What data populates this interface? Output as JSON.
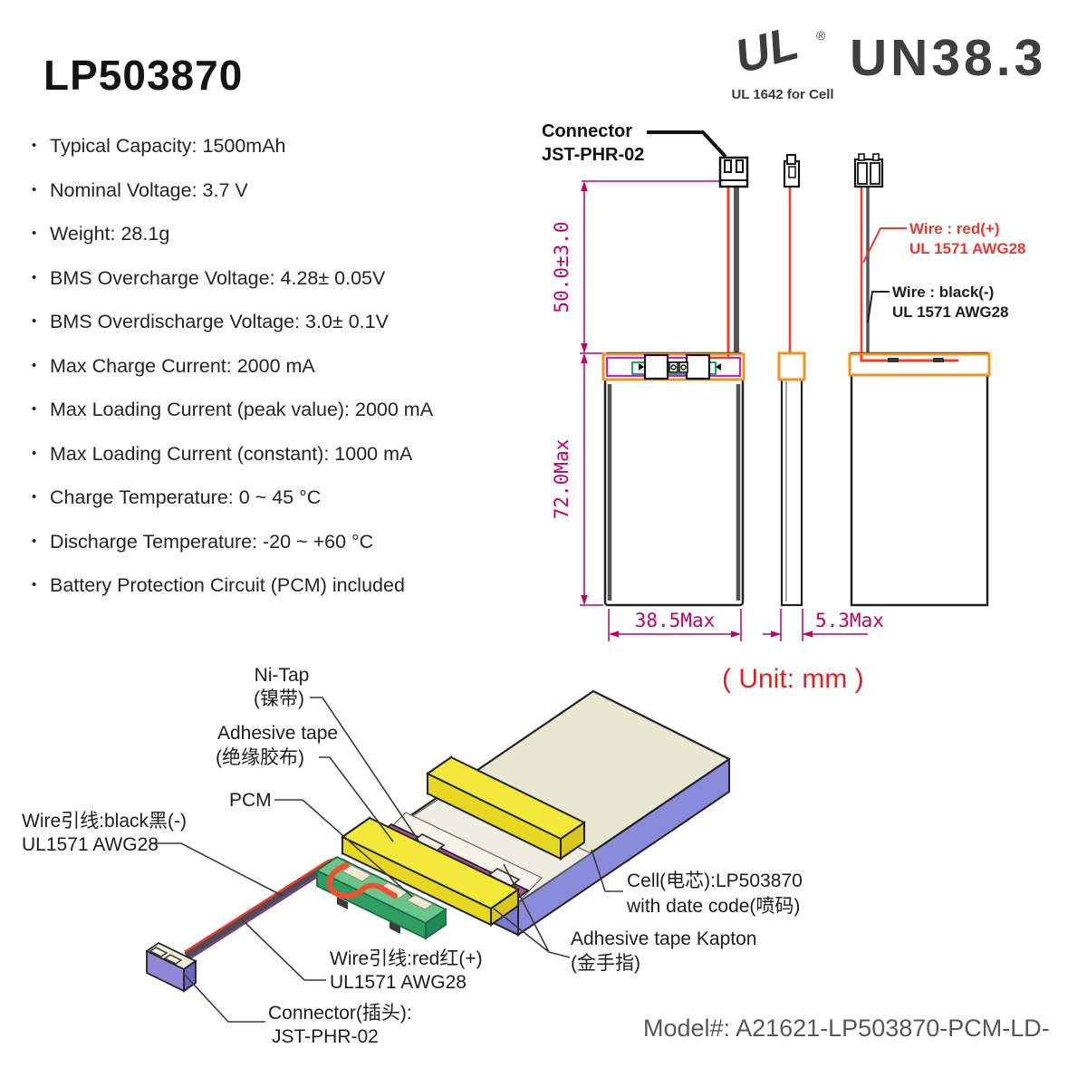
{
  "header": {
    "title": "LP503870",
    "ul_mark": {
      "letters": "UL",
      "registered": "®",
      "caption": "UL 1642 for Cell"
    },
    "certification": "UN38.3"
  },
  "specs": {
    "items": [
      "Typical Capacity: 1500mAh",
      "Nominal Voltage: 3.7 V",
      "Weight: 28.1g",
      "BMS Overcharge Voltage: 4.28± 0.05V",
      "BMS Overdischarge Voltage: 3.0± 0.1V",
      "Max Charge Current: 2000 mA",
      "Max Loading Current (peak value): 2000 mA",
      "Max Loading Current (constant): 1000 mA",
      "Charge Temperature: 0 ~ 45 °C",
      "Discharge Temperature: -20 ~ +60 °C",
      "Battery Protection Circuit (PCM) included"
    ]
  },
  "drawing": {
    "connector_label": {
      "line1": "Connector",
      "line2": "JST-PHR-02"
    },
    "dimensions": {
      "wire_length": "50.0±3.0",
      "cell_height": "72.0Max",
      "cell_width": "38.5Max",
      "cell_thickness": "5.3Max"
    },
    "wire_red": {
      "line1": "Wire : red(+)",
      "line2": "UL 1571 AWG28"
    },
    "wire_black": {
      "line1": "Wire : black(-)",
      "line2": "UL 1571 AWG28"
    },
    "unit_note": "( Unit: mm )"
  },
  "exploded": {
    "ni_tap": {
      "line1": "Ni-Tap",
      "line2": "(镍带)"
    },
    "adhesive_tape": {
      "line1": "Adhesive tape",
      "line2": "(绝缘胶布)"
    },
    "pcm_label": "PCM",
    "wire_black": {
      "line1": "Wire引线:black黑(-)",
      "line2": "UL1571 AWG28"
    },
    "wire_red": {
      "line1": "Wire引线:red红(+)",
      "line2": "UL1571 AWG28"
    },
    "connector": {
      "line1": "Connector(插头):",
      "line2": "JST-PHR-02"
    },
    "cell": {
      "line1": "Cell(电芯):LP503870",
      "line2": "with date code(喷码)"
    },
    "kapton": {
      "line1": "Adhesive tape Kapton",
      "line2": "(金手指)"
    }
  },
  "footer": {
    "model_number": "Model#: A21621-LP503870-PCM-LD-"
  },
  "colors": {
    "dimension": "#c00063",
    "pcm_outline_orange": "#f5921e",
    "wire_red": "#f43b2a",
    "unit_note_red": "#e02020",
    "cell_top_cream": "#e9e7d1",
    "cell_side_periwinkle": "#8b8bdb",
    "tape_yellow": "#f3e93a",
    "pcb_green": "#67c68c",
    "kapton_magenta": "#b4519e",
    "connector_lavender": "#9187d8"
  }
}
